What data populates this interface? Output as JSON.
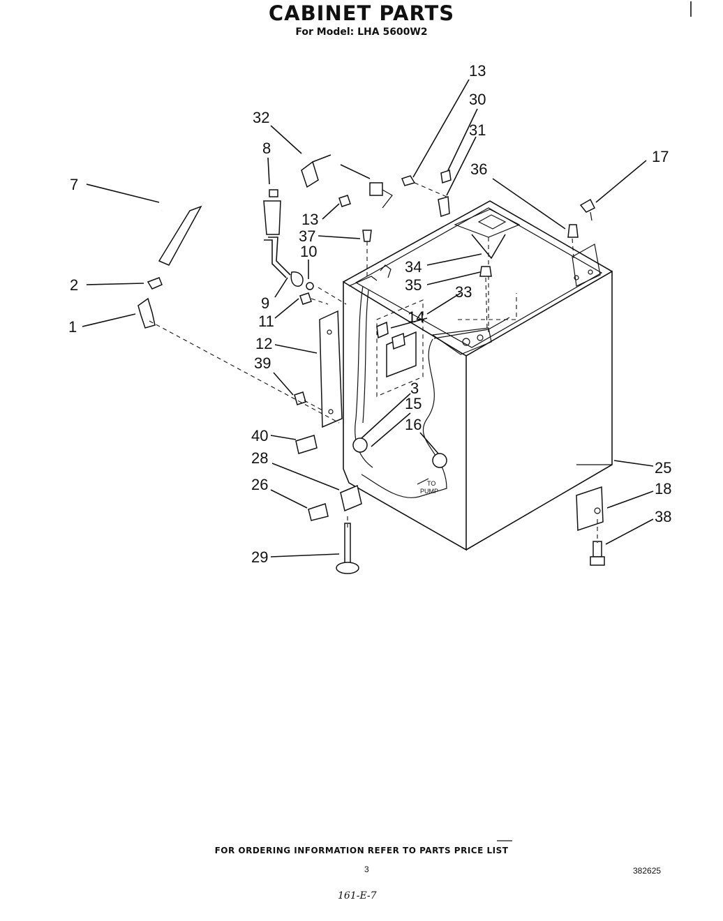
{
  "header": {
    "title": "CABINET PARTS",
    "subtitle": "For Model: LHA 5600W2"
  },
  "callouts": [
    "13",
    "30",
    "31",
    "32",
    "17",
    "36",
    "8",
    "7",
    "13",
    "37",
    "10",
    "34",
    "35",
    "2",
    "33",
    "9",
    "14",
    "11",
    "1",
    "12",
    "39",
    "3",
    "15",
    "16",
    "40",
    "28",
    "25",
    "26",
    "18",
    "38",
    "29"
  ],
  "pump_note": {
    "line1": "TO",
    "line2": "PUMP"
  },
  "footer": {
    "ordering_note": "FOR ORDERING INFORMATION REFER TO PARTS PRICE LIST",
    "page_number": "3",
    "document_number": "382625",
    "handwritten_note": "161-E-7"
  }
}
